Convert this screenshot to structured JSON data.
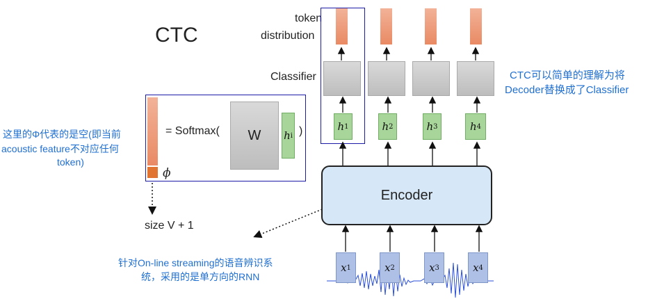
{
  "title": "CTC",
  "labels": {
    "token_distribution_line1": "token",
    "token_distribution_line2": "distribution",
    "classifier": "Classifier",
    "encoder": "Encoder",
    "softmax": "= Softmax(",
    "softmax_close": ")",
    "weight": "W",
    "h_i": "h",
    "h_i_sup": "i",
    "phi": "ϕ",
    "size": "size V + 1"
  },
  "hidden_states": [
    {
      "base": "h",
      "sup": "1"
    },
    {
      "base": "h",
      "sup": "2"
    },
    {
      "base": "h",
      "sup": "3"
    },
    {
      "base": "h",
      "sup": "4"
    }
  ],
  "inputs": [
    {
      "base": "x",
      "sup": "1"
    },
    {
      "base": "x",
      "sup": "2"
    },
    {
      "base": "x",
      "sup": "3"
    },
    {
      "base": "x",
      "sup": "4"
    }
  ],
  "annotations": {
    "ctc_note_line1": "CTC可以简单的理解为将",
    "ctc_note_line2": "Decoder替换成了Classifier",
    "phi_note_line1": "这里的Φ代表的是空(即当前",
    "phi_note_line2": "acoustic feature不对应任何",
    "phi_note_line3": "token)",
    "streaming_note_line1": "针对On-line streaming的语音辨识系",
    "streaming_note_line2": "统，采用的是单方向的RNN"
  },
  "colors": {
    "annotation": "#1f6fd0",
    "highlight_frame": "#1a1aa6",
    "token_bar": "#e98a64",
    "hidden": "#a8d59a",
    "input": "#aec0e6",
    "encoder": "#d6e8f7"
  }
}
